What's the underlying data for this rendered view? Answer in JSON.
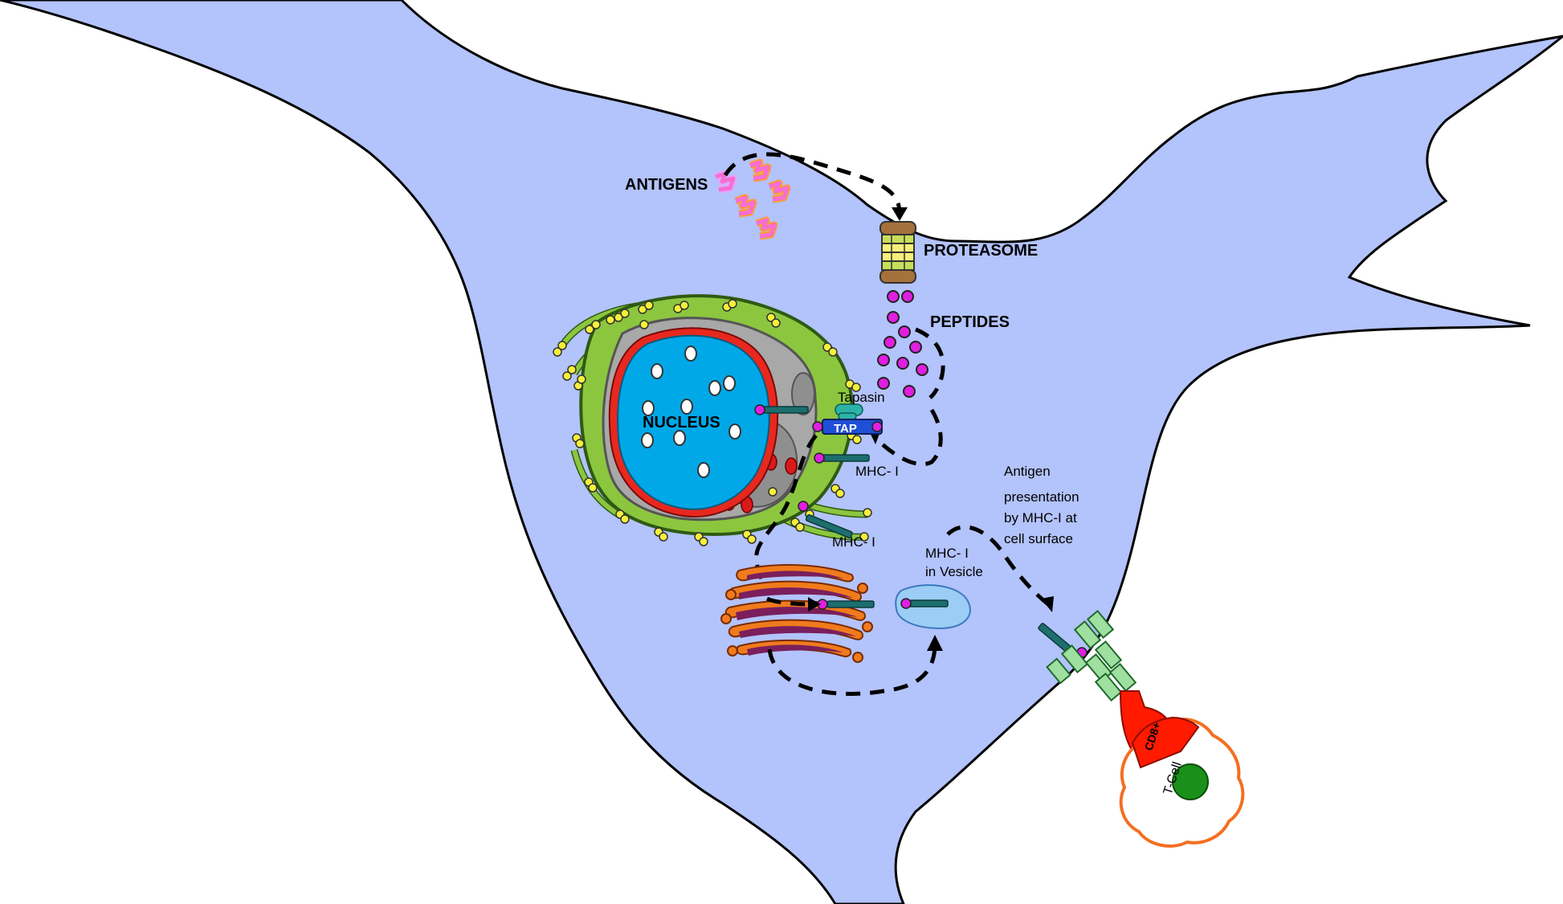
{
  "labels": {
    "antigens": "ANTIGENS",
    "proteasome": "PROTEASOME",
    "peptides": "PEPTIDES",
    "nucleus": "NUCLEUS",
    "tapasin": "Tapasin",
    "tap": "TAP",
    "mhc_er": "MHC- I",
    "mhc_lower": "MHC- I",
    "vesicle_line1": "MHC- I",
    "vesicle_line2": "in Vesicle",
    "presentation_line1": "Antigen",
    "presentation_line2": "presentation",
    "presentation_line3": "by MHC-I  at",
    "presentation_line4": "cell surface",
    "cd8": "CD8+",
    "tcell": "T-Cell"
  },
  "colors": {
    "cell": "#b3c3fb",
    "cell_outline": "#000000",
    "er_green": "#8cc63f",
    "nucleus_blue": "#00a8e8",
    "nuclear_envelope_red": "#e8281e",
    "peptide_magenta": "#e01fe0",
    "antigen_pink": "#f56fd2",
    "tap_blue": "#1f4fd6",
    "tapasin_teal": "#2bb3a8",
    "mhc_teal": "#1d6e6e",
    "golgi_orange": "#f07b1c",
    "golgi_purple": "#7a1f5c",
    "tcr_green": "#9fe0a0",
    "cd8_red": "#ff1a00",
    "tcell_orange": "#f36f21",
    "tcell_nucleus": "#1a8f1a"
  },
  "icons": [
    "antigen-icon",
    "proteasome-icon",
    "peptide-icon",
    "tap-transporter-icon",
    "tapasin-icon",
    "mhc-i-icon",
    "golgi-icon",
    "vesicle-icon",
    "t-cell-icon",
    "tcr-icon"
  ]
}
